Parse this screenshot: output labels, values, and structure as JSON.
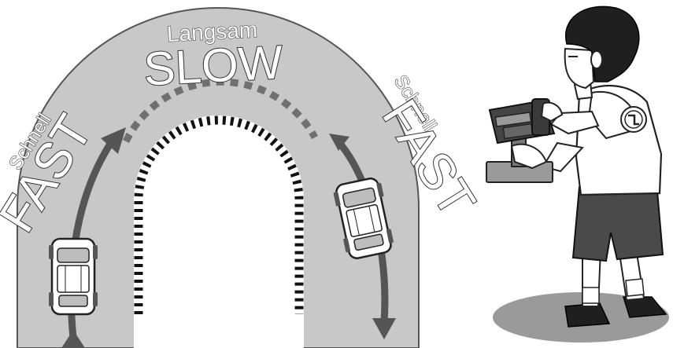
{
  "labels": {
    "left_small": "Schnell",
    "left_big": "FAST",
    "top_small": "Langsam",
    "top_big": "SLOW",
    "right_small": "Schnell",
    "right_big": "FAST"
  },
  "colors": {
    "track": "#c8c8c8",
    "track_edge": "#555555",
    "arrow": "#555555",
    "shadow": "#9a9a9a",
    "outline": "#222222"
  },
  "icons": {
    "car_left": "rc-car-icon",
    "car_right": "rc-car-icon",
    "driver": "driver-with-transmitter-icon",
    "logo": "badge-logo-icon"
  }
}
